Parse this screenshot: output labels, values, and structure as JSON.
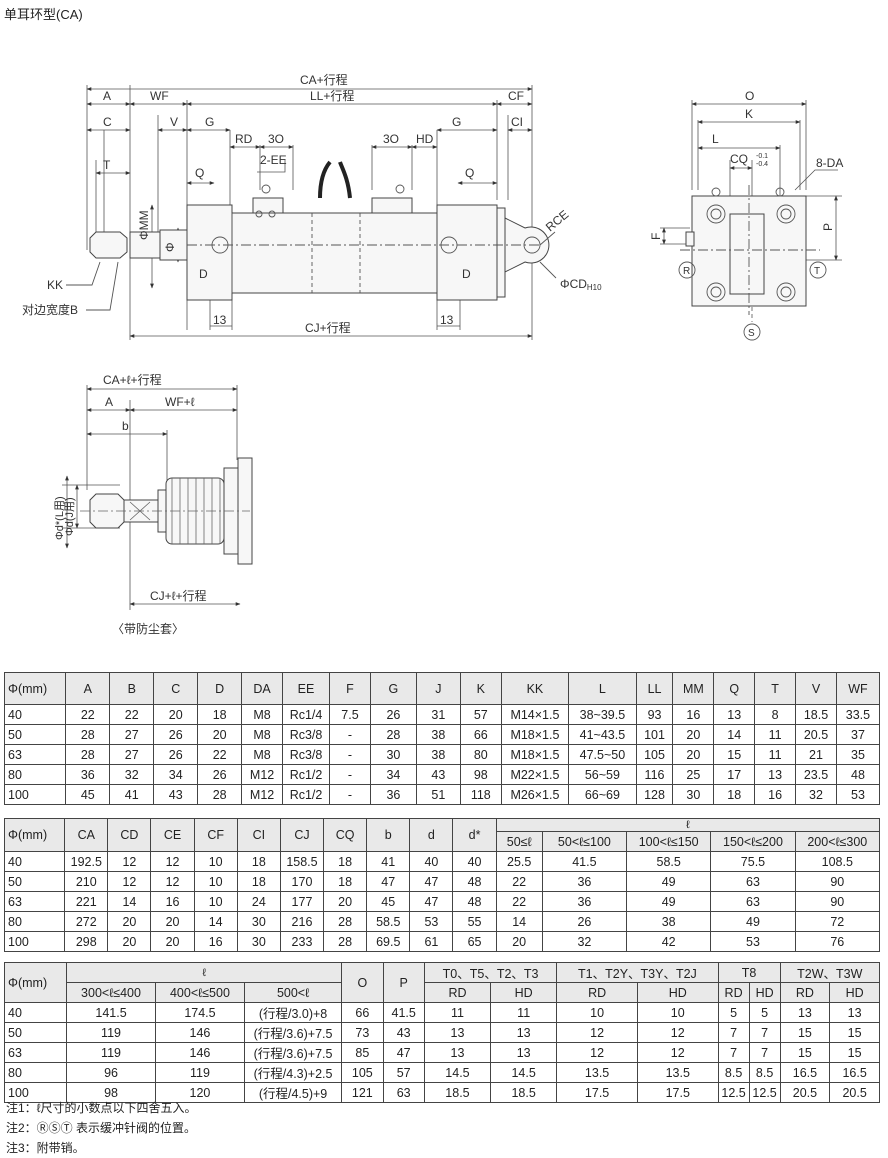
{
  "page_title": "单耳环型(CA)",
  "drawing": {
    "main": {
      "ca": "CA+行程",
      "ll": "LL+行程",
      "cj": "CJ+行程",
      "a": "A",
      "wf": "WF",
      "cf": "CF",
      "c": "C",
      "v": "V",
      "g": "G",
      "ci": "CI",
      "rd": "RD",
      "30a": "3O",
      "30b": "3O",
      "hd": "HD",
      "ee": "2-EE",
      "t": "T",
      "q": "Q",
      "mm": "ΦMM",
      "phi": "Φ",
      "d": "D",
      "d2": "D",
      "kk": "KK",
      "b": "对边宽度B",
      "n13a": "13",
      "n13b": "13",
      "ce": "RCE",
      "cd": "ΦCD",
      "cd_sub": "H10"
    },
    "side": {
      "o": "O",
      "k": "K",
      "l": "L",
      "cq": "CQ",
      "cq_tol_up": "-0.1",
      "cq_tol_dn": "-0.4",
      "da": "8-DA",
      "p": "P",
      "f": "F",
      "r": "R",
      "t": "T",
      "s": "S"
    },
    "boot": {
      "ca": "CA+ℓ+行程",
      "a": "A",
      "wf": "WF+ℓ",
      "b": "b",
      "dl": "Φd*(L用)",
      "dj": "Φd(J用)",
      "cj": "CJ+ℓ+行程",
      "caption": "〈带防尘套〉"
    }
  },
  "table1": {
    "headers": [
      "Φ(mm)",
      "A",
      "B",
      "C",
      "D",
      "DA",
      "EE",
      "F",
      "G",
      "J",
      "K",
      "KK",
      "L",
      "LL",
      "MM",
      "Q",
      "T",
      "V",
      "WF"
    ],
    "rows": [
      [
        "40",
        "22",
        "22",
        "20",
        "18",
        "M8",
        "Rc1/4",
        "7.5",
        "26",
        "31",
        "57",
        "M14×1.5",
        "38~39.5",
        "93",
        "16",
        "13",
        "8",
        "18.5",
        "33.5"
      ],
      [
        "50",
        "28",
        "27",
        "26",
        "20",
        "M8",
        "Rc3/8",
        "-",
        "28",
        "38",
        "66",
        "M18×1.5",
        "41~43.5",
        "101",
        "20",
        "14",
        "11",
        "20.5",
        "37"
      ],
      [
        "63",
        "28",
        "27",
        "26",
        "22",
        "M8",
        "Rc3/8",
        "-",
        "30",
        "38",
        "80",
        "M18×1.5",
        "47.5~50",
        "105",
        "20",
        "15",
        "11",
        "21",
        "35"
      ],
      [
        "80",
        "36",
        "32",
        "34",
        "26",
        "M12",
        "Rc1/2",
        "-",
        "34",
        "43",
        "98",
        "M22×1.5",
        "56~59",
        "116",
        "25",
        "17",
        "13",
        "23.5",
        "48"
      ],
      [
        "100",
        "45",
        "41",
        "43",
        "28",
        "M12",
        "Rc1/2",
        "-",
        "36",
        "51",
        "118",
        "M26×1.5",
        "66~69",
        "128",
        "30",
        "18",
        "16",
        "32",
        "53"
      ]
    ]
  },
  "table2": {
    "headers": [
      "Φ(mm)",
      "CA",
      "CD",
      "CE",
      "CF",
      "CI",
      "CJ",
      "CQ",
      "b",
      "d",
      "d*"
    ],
    "group": "ℓ",
    "sub": [
      "50≤ℓ",
      "50<ℓ≤100",
      "100<ℓ≤150",
      "150<ℓ≤200",
      "200<ℓ≤300"
    ],
    "rows": [
      [
        "40",
        "192.5",
        "12",
        "12",
        "10",
        "18",
        "158.5",
        "18",
        "41",
        "40",
        "40",
        "25.5",
        "41.5",
        "58.5",
        "75.5",
        "108.5"
      ],
      [
        "50",
        "210",
        "12",
        "12",
        "10",
        "18",
        "170",
        "18",
        "47",
        "47",
        "48",
        "22",
        "36",
        "49",
        "63",
        "90"
      ],
      [
        "63",
        "221",
        "14",
        "16",
        "10",
        "24",
        "177",
        "20",
        "45",
        "47",
        "48",
        "22",
        "36",
        "49",
        "63",
        "90"
      ],
      [
        "80",
        "272",
        "20",
        "20",
        "14",
        "30",
        "216",
        "28",
        "58.5",
        "53",
        "55",
        "14",
        "26",
        "38",
        "49",
        "72"
      ],
      [
        "100",
        "298",
        "20",
        "20",
        "16",
        "30",
        "233",
        "28",
        "69.5",
        "61",
        "65",
        "20",
        "32",
        "42",
        "53",
        "76"
      ]
    ]
  },
  "table3": {
    "h_phi": "Φ(mm)",
    "h_l": "ℓ",
    "h_o": "O",
    "h_p": "P",
    "g1": "T0、T5、T2、T3",
    "g2": "T1、T2Y、T3Y、T2J",
    "g3": "T8",
    "g4": "T2W、T3W",
    "sub_l": [
      "300<ℓ≤400",
      "400<ℓ≤500",
      "500<ℓ"
    ],
    "sub_rh": [
      "RD",
      "HD",
      "RD",
      "HD",
      "RD",
      "HD",
      "RD",
      "HD"
    ],
    "rows": [
      [
        "40",
        "141.5",
        "174.5",
        "(行程/3.0)+8",
        "66",
        "41.5",
        "11",
        "11",
        "10",
        "10",
        "5",
        "5",
        "13",
        "13"
      ],
      [
        "50",
        "119",
        "146",
        "(行程/3.6)+7.5",
        "73",
        "43",
        "13",
        "13",
        "12",
        "12",
        "7",
        "7",
        "15",
        "15"
      ],
      [
        "63",
        "119",
        "146",
        "(行程/3.6)+7.5",
        "85",
        "47",
        "13",
        "13",
        "12",
        "12",
        "7",
        "7",
        "15",
        "15"
      ],
      [
        "80",
        "96",
        "119",
        "(行程/4.3)+2.5",
        "105",
        "57",
        "14.5",
        "14.5",
        "13.5",
        "13.5",
        "8.5",
        "8.5",
        "16.5",
        "16.5"
      ],
      [
        "100",
        "98",
        "120",
        "(行程/4.5)+9",
        "121",
        "63",
        "18.5",
        "18.5",
        "17.5",
        "17.5",
        "12.5",
        "12.5",
        "20.5",
        "20.5"
      ]
    ]
  },
  "notes": [
    "注1：ℓ尺寸的小数点以下四舍五入。",
    "注2：ⓇⓈⓉ 表示缓冲针阀的位置。",
    "注3：附带销。"
  ]
}
